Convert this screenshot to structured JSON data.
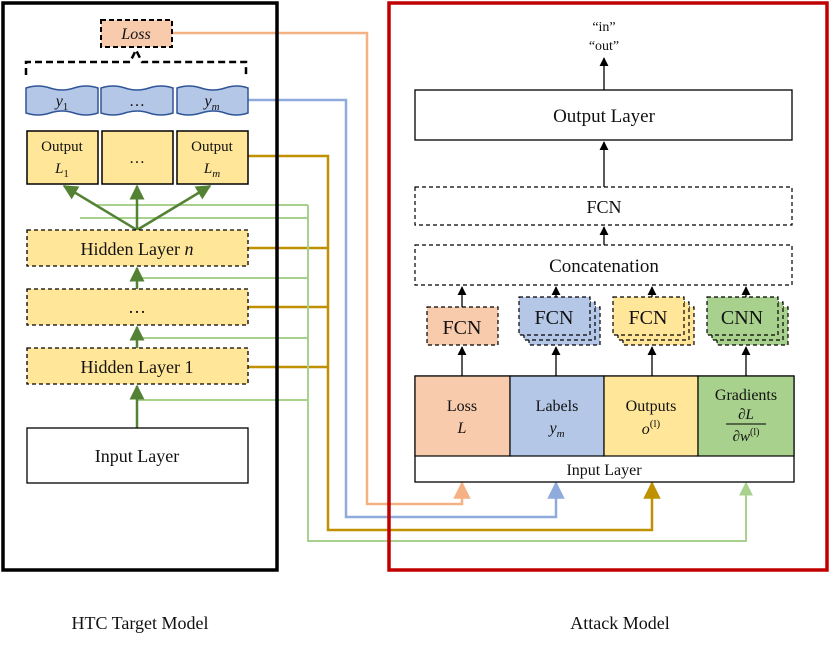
{
  "target_model": {
    "caption": "HTC Target Model",
    "loss_label": "Loss",
    "labels": [
      {
        "base": "y",
        "sub": "1"
      },
      {
        "text": "…"
      },
      {
        "base": "y",
        "sub": "m"
      }
    ],
    "outputs": [
      {
        "line1": "Output",
        "base": "L",
        "sub": "1"
      },
      {
        "text": "…"
      },
      {
        "line1": "Output",
        "base": "L",
        "sub": "m"
      }
    ],
    "hidden_n": {
      "text": "Hidden Layer ",
      "var": "n"
    },
    "hidden_mid": "…",
    "hidden_1": "Hidden Layer 1",
    "input_layer": "Input Layer"
  },
  "attack_model": {
    "caption": "Attack Model",
    "output_text": [
      "“in”",
      "“out”"
    ],
    "output_layer": "Output Layer",
    "fcn_top": "FCN",
    "concatenation": "Concatenation",
    "branches": [
      {
        "label": "FCN",
        "color": "#f8cbad"
      },
      {
        "label": "FCN",
        "color": "#b4c7e7"
      },
      {
        "label": "FCN",
        "color": "#ffe699"
      },
      {
        "label": "CNN",
        "color": "#a9d18e"
      }
    ],
    "inputs": [
      {
        "line1": "Loss",
        "var": "L",
        "color": "#f8cbad"
      },
      {
        "line1": "Labels",
        "base": "y",
        "sub": "m",
        "color": "#b4c7e7"
      },
      {
        "line1": "Outputs",
        "base": "o",
        "sup": "(l)",
        "color": "#ffe699"
      },
      {
        "line1": "Gradients",
        "num": "∂L",
        "den_base": "∂w",
        "den_sup": "(l)",
        "color": "#a9d18e"
      }
    ],
    "input_layer": "Input Layer"
  },
  "colors": {
    "loss_line": "#f4b183",
    "labels_line": "#8faadc",
    "outputs_line": "#bf9000",
    "gradients_line": "#a9d18e",
    "green_arrow": "#548235",
    "target_border": "#000000",
    "attack_border": "#c00000",
    "yellow_fill": "#ffe699",
    "blue_fill": "#b4c7e7",
    "orange_fill": "#f8cbad"
  }
}
